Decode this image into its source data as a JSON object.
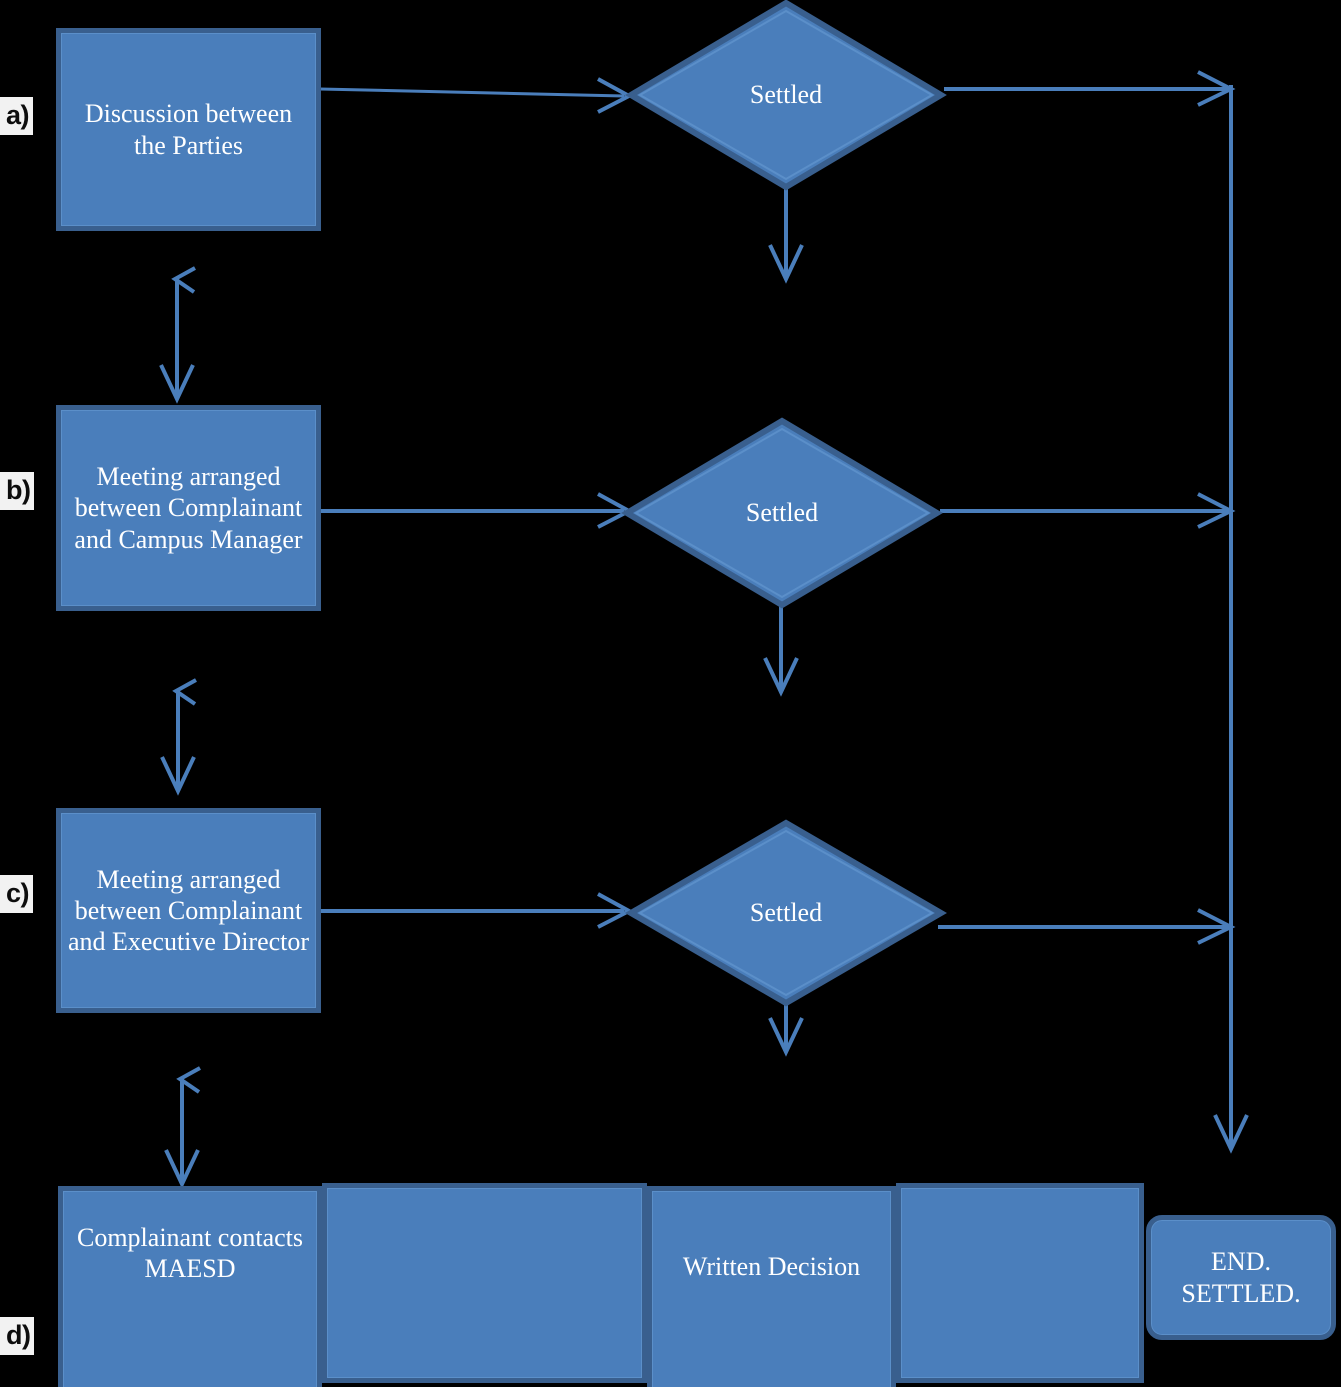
{
  "diagram": {
    "title": "Complaint Resolution Flowchart",
    "background_color": "#000000",
    "shape_fill": "#4A7EBB",
    "shape_border": "#395F8E",
    "connector_color": "#4A7EBB",
    "text_color": "#FFFFFF",
    "label_chip_bg": "#F2F2F2",
    "label_chip_text": "#0D0D0D"
  },
  "step_labels": [
    {
      "id": "a",
      "text": "a)"
    },
    {
      "id": "b",
      "text": "b)"
    },
    {
      "id": "c",
      "text": "c)"
    },
    {
      "id": "d",
      "text": "d)"
    }
  ],
  "process_boxes": [
    {
      "id": "discussion",
      "text": "Discussion between the Parties"
    },
    {
      "id": "campus-manager-meeting",
      "text": "Meeting arranged between Complainant and Campus Manager"
    },
    {
      "id": "executive-director-meeting",
      "text": "Meeting arranged between Complainant and Executive Director"
    },
    {
      "id": "maesd-contact",
      "text": "Complainant contacts MAESD"
    },
    {
      "id": "bottom-blank-1",
      "text": ""
    },
    {
      "id": "written-decision",
      "text": "Written Decision"
    },
    {
      "id": "bottom-blank-2",
      "text": ""
    }
  ],
  "decisions": [
    {
      "id": "settled-a",
      "text": "Settled"
    },
    {
      "id": "settled-b",
      "text": "Settled"
    },
    {
      "id": "settled-c",
      "text": "Settled"
    }
  ],
  "terminator": {
    "id": "end-settled",
    "line1": "END.",
    "line2": "SETTLED.",
    "text": "END. SETTLED."
  },
  "connectors": [
    {
      "id": "discussion-to-settled-a",
      "type": "arrow-right"
    },
    {
      "id": "settled-a-to-end-rail",
      "type": "line-right-to-rail"
    },
    {
      "id": "settled-a-no-down",
      "type": "arrow-down"
    },
    {
      "id": "discussion-campus-manager-link",
      "type": "double-arrow-vertical"
    },
    {
      "id": "campus-manager-to-settled-b",
      "type": "arrow-right"
    },
    {
      "id": "settled-b-to-end-rail",
      "type": "line-right-to-rail"
    },
    {
      "id": "settled-b-no-down",
      "type": "arrow-down"
    },
    {
      "id": "campus-manager-executive-director-link",
      "type": "double-arrow-vertical"
    },
    {
      "id": "executive-director-to-settled-c",
      "type": "arrow-right"
    },
    {
      "id": "settled-c-to-end-rail",
      "type": "line-right-to-rail"
    },
    {
      "id": "settled-c-no-down",
      "type": "arrow-down"
    },
    {
      "id": "executive-director-maesd-link",
      "type": "double-arrow-vertical"
    },
    {
      "id": "end-rail-to-terminator",
      "type": "arrow-down"
    }
  ]
}
